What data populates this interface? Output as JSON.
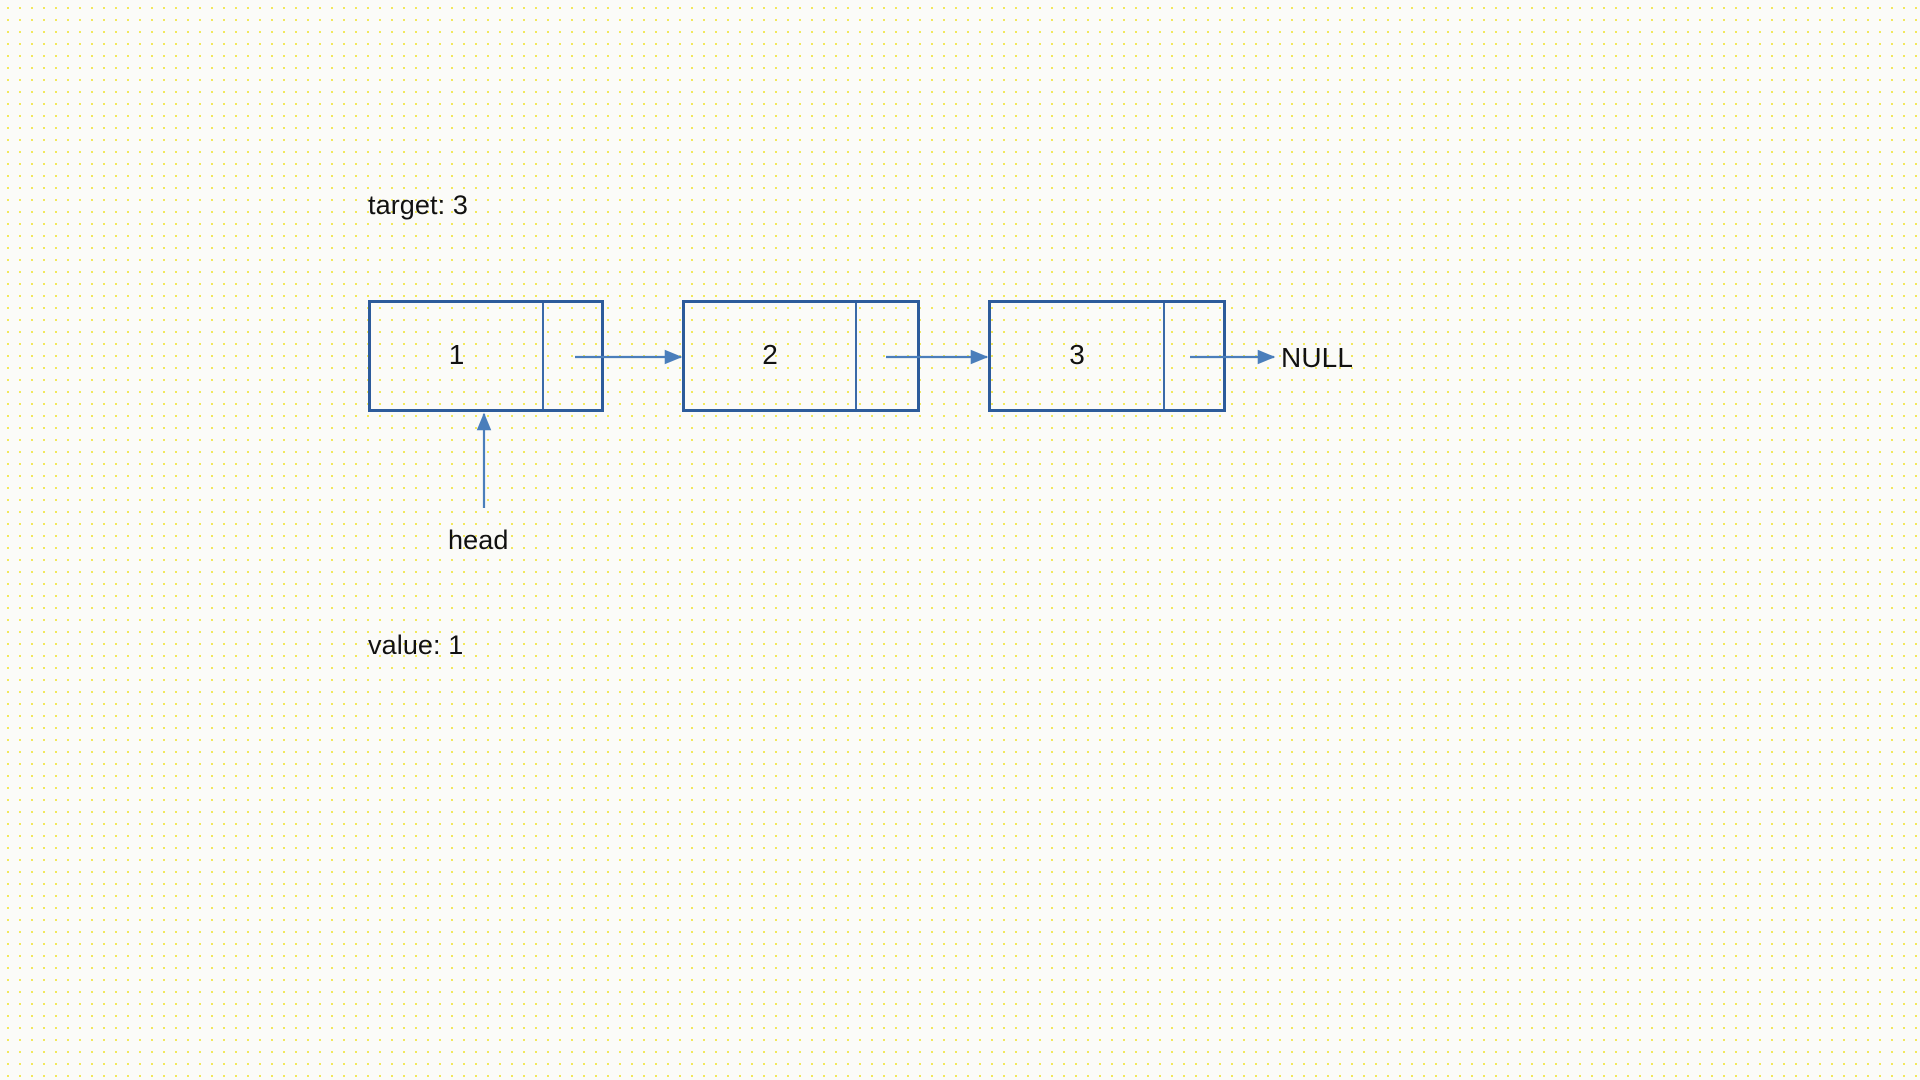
{
  "diagram": {
    "type": "singly-linked-list-traversal",
    "title_labels": {
      "target": "target: 3",
      "value": "value: 1"
    },
    "pointer_label": "head",
    "terminator_label": "NULL",
    "nodes": [
      {
        "value": "1"
      },
      {
        "value": "2"
      },
      {
        "value": "3"
      }
    ],
    "colors": {
      "node_border": "#2c5b9b",
      "cell_divider": "#3a6aa8",
      "arrow": "#4a7ebb",
      "text": "#111111",
      "background": "#fbfbf8",
      "grid_dot": "#f2e85c"
    }
  }
}
